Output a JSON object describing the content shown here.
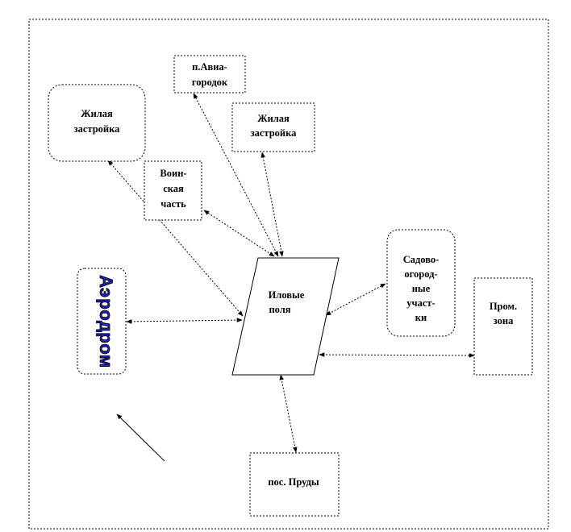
{
  "nodes": {
    "residential_left": {
      "lines": [
        "Жилая",
        "застройка"
      ]
    },
    "aviagorodok": {
      "lines": [
        "п.Авиа-",
        "городок"
      ]
    },
    "residential_right": {
      "lines": [
        "Жилая",
        "застройка"
      ]
    },
    "military": {
      "lines": [
        "Воин-",
        "ская",
        "часть"
      ]
    },
    "sludge_fields": {
      "lines": [
        "Иловые",
        "поля"
      ]
    },
    "garden_plots": {
      "lines": [
        "Садово-",
        "огород-",
        "ные",
        "участ-",
        "ки"
      ]
    },
    "industrial_zone": {
      "lines": [
        "Пром.",
        "зона"
      ]
    },
    "airfield": {
      "lines": [
        "А",
        "э",
        "р",
        "о",
        "д",
        "р",
        "о",
        "м"
      ]
    },
    "pos_prudy": {
      "lines": [
        "пос. Пруды"
      ]
    }
  },
  "edges": [
    {
      "from": "sludge_fields",
      "to": "residential_left",
      "style": "dotted",
      "arrows": "both"
    },
    {
      "from": "sludge_fields",
      "to": "aviagorodok",
      "style": "dotted",
      "arrows": "both"
    },
    {
      "from": "sludge_fields",
      "to": "residential_right",
      "style": "dotted",
      "arrows": "both"
    },
    {
      "from": "sludge_fields",
      "to": "military",
      "style": "dotted",
      "arrows": "both"
    },
    {
      "from": "sludge_fields",
      "to": "garden_plots",
      "style": "dotted",
      "arrows": "both"
    },
    {
      "from": "sludge_fields",
      "to": "industrial_zone",
      "style": "dotted",
      "arrows": "both"
    },
    {
      "from": "sludge_fields",
      "to": "airfield",
      "style": "dotted",
      "arrows": "both"
    },
    {
      "from": "sludge_fields",
      "to": "pos_prudy",
      "style": "dotted",
      "arrows": "both"
    }
  ],
  "wind_arrow": {
    "style": "solid",
    "arrows": "end"
  }
}
